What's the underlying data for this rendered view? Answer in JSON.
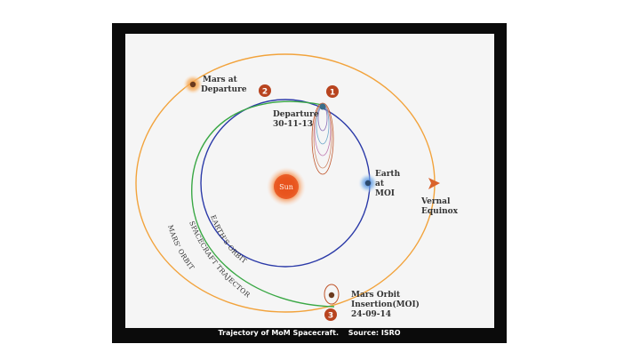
{
  "labels": {
    "mars_departure": [
      "Mars at",
      "Departure"
    ],
    "departure": [
      "Departure",
      "30-11-13"
    ],
    "earth_moi": [
      "Earth",
      "at",
      "MOI"
    ],
    "vernal": [
      "Vernal",
      "Equinox"
    ],
    "moi": [
      "Mars Orbit",
      "Insertion(MOI)",
      "24-09-14"
    ],
    "sun": "Sun"
  },
  "orbit_labels": {
    "earth": "EARTH'S ORBIT",
    "trajectory": "SPACECRAFT TRAJECTORY",
    "mars": "MARS' ORBIT"
  },
  "markers": [
    "1",
    "2",
    "3"
  ],
  "caption": {
    "text": "Trajectory of MoM Spacecraft.",
    "source": "Source: ISRO"
  },
  "colors": {
    "mars_orbit": "#f2a33c",
    "earth_orbit": "#2b3aa8",
    "trajectory": "#3aa845",
    "sun": "#e65a1e",
    "marker": "#b8441f",
    "vernal": "#d9622b",
    "loops": "#c0552a"
  }
}
